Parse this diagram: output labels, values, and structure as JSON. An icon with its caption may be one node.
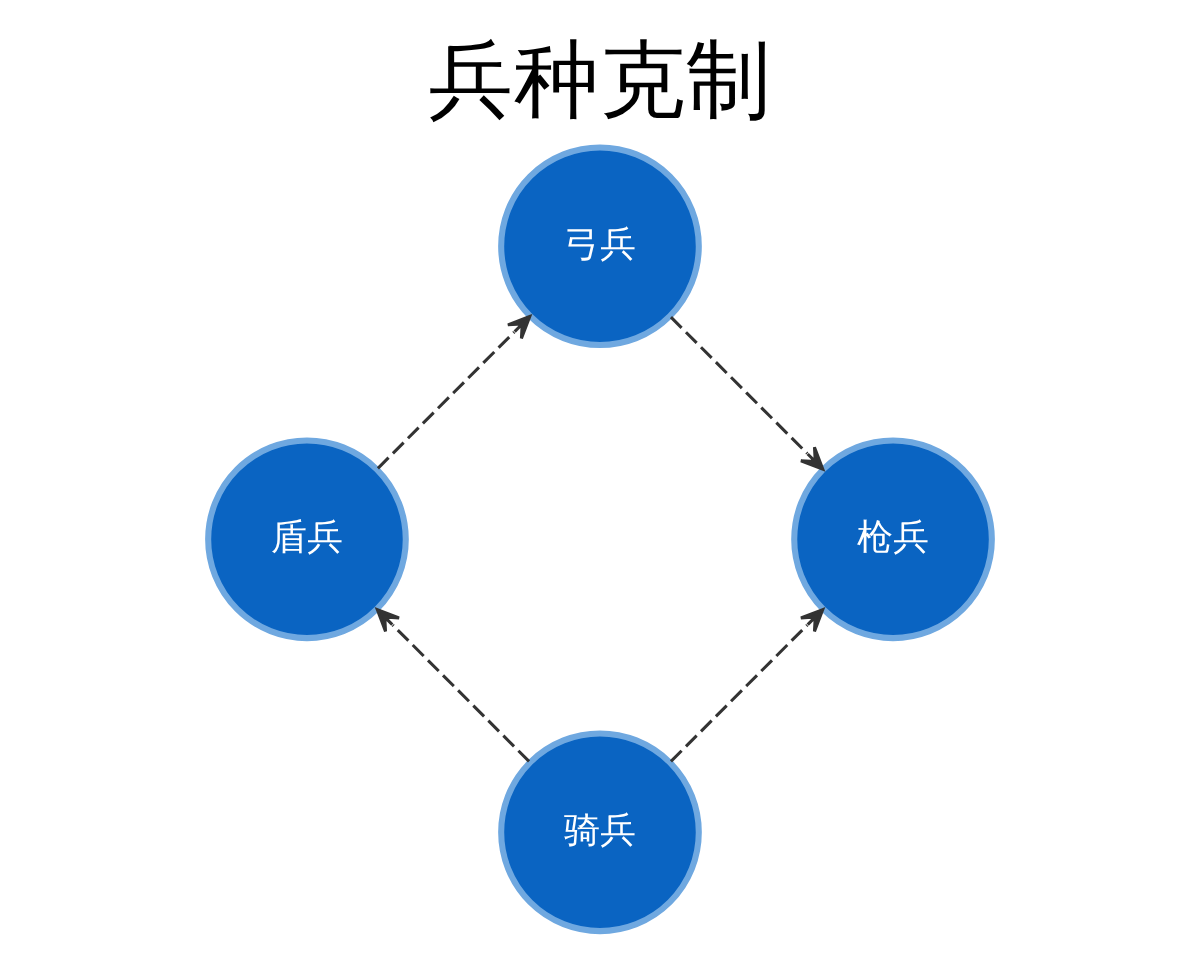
{
  "diagram": {
    "title": "兵种克制",
    "nodes": [
      {
        "text": [
          "骑兵"
        ]
      },
      {
        "text": [
          "盾兵"
        ]
      },
      {
        "text": [
          "枪兵"
        ]
      },
      {
        "text": [
          "弓兵"
        ]
      }
    ],
    "edges": [
      {
        "from": 0,
        "to": 1,
        "arrow": "to",
        "style": "dashed"
      },
      {
        "from": 0,
        "to": 2,
        "arrow": "to",
        "style": "dashed"
      },
      {
        "from": 1,
        "to": 3,
        "arrow": "to",
        "style": "dashed"
      },
      {
        "from": 3,
        "to": 2,
        "arrow": "to",
        "style": "dashed"
      }
    ]
  }
}
